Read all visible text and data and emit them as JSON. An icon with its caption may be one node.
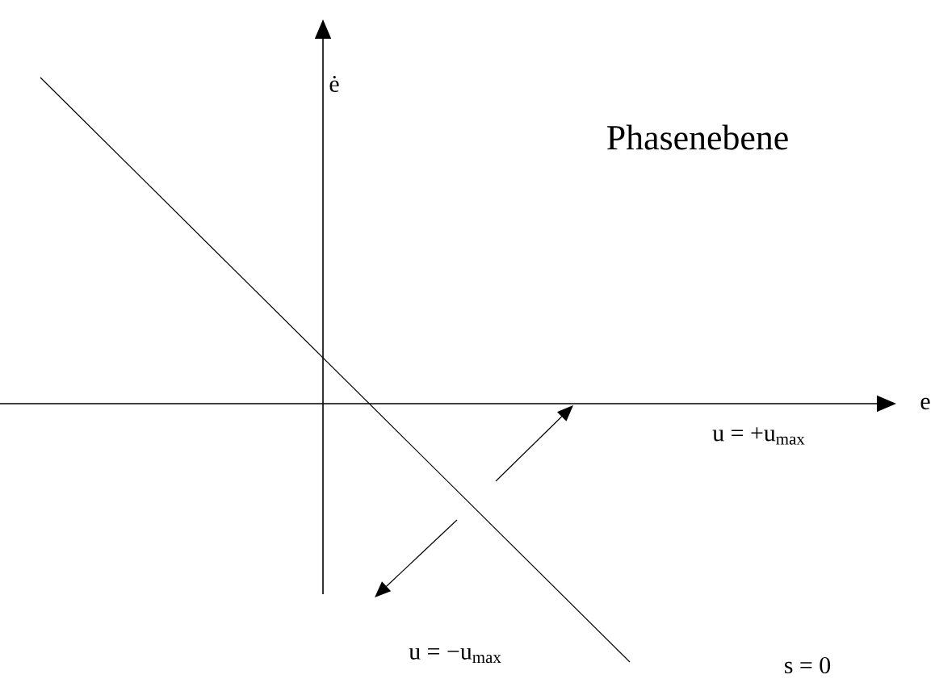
{
  "diagram": {
    "labels": [
      "ė",
      "Phasenebene",
      "e",
      "u = +u$_{max}$",
      "u = −u$_{max}$",
      "s = 0"
    ]
  }
}
